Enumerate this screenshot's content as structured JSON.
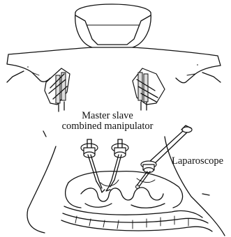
{
  "diagram": {
    "labels": {
      "manipulator_line1": "Master slave",
      "manipulator_line2": "combined manipulator",
      "laparoscope": "Laparoscope"
    }
  }
}
